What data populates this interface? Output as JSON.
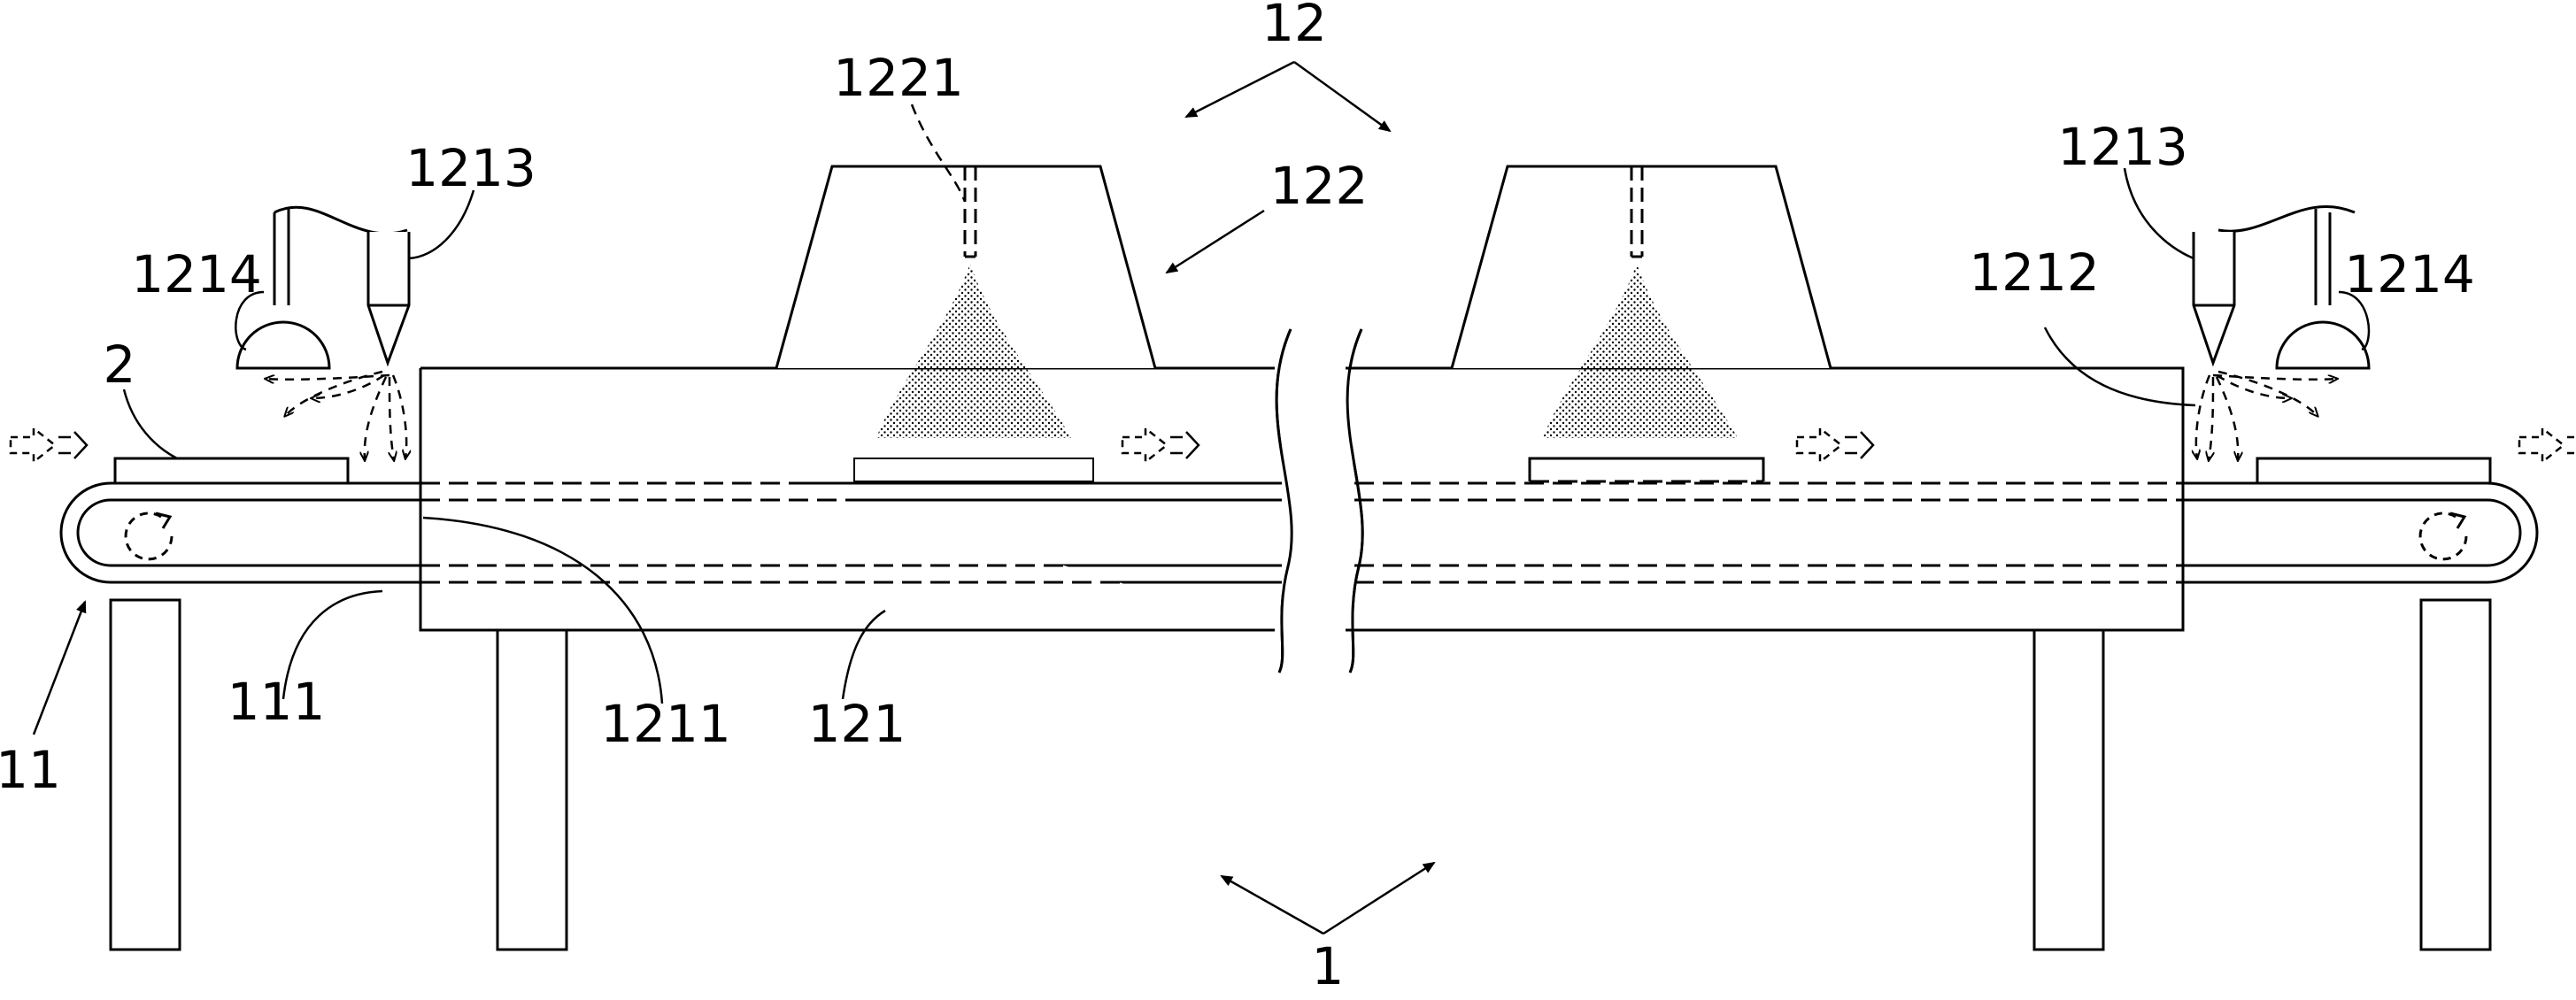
{
  "labels": {
    "assembly_12": "12",
    "nozzle_1221": "1221",
    "chamber_122": "122",
    "left_nozzle_1213": "1213",
    "left_suction_1214": "1214",
    "workpiece_2": "2",
    "right_nozzle_1213": "1213",
    "right_guide_1212": "1212",
    "right_suction_1214": "1214",
    "belt_111": "111",
    "tunnel_opening_1211": "1211",
    "tunnel_121": "121",
    "conveyor_11": "11",
    "apparatus_1": "1"
  }
}
